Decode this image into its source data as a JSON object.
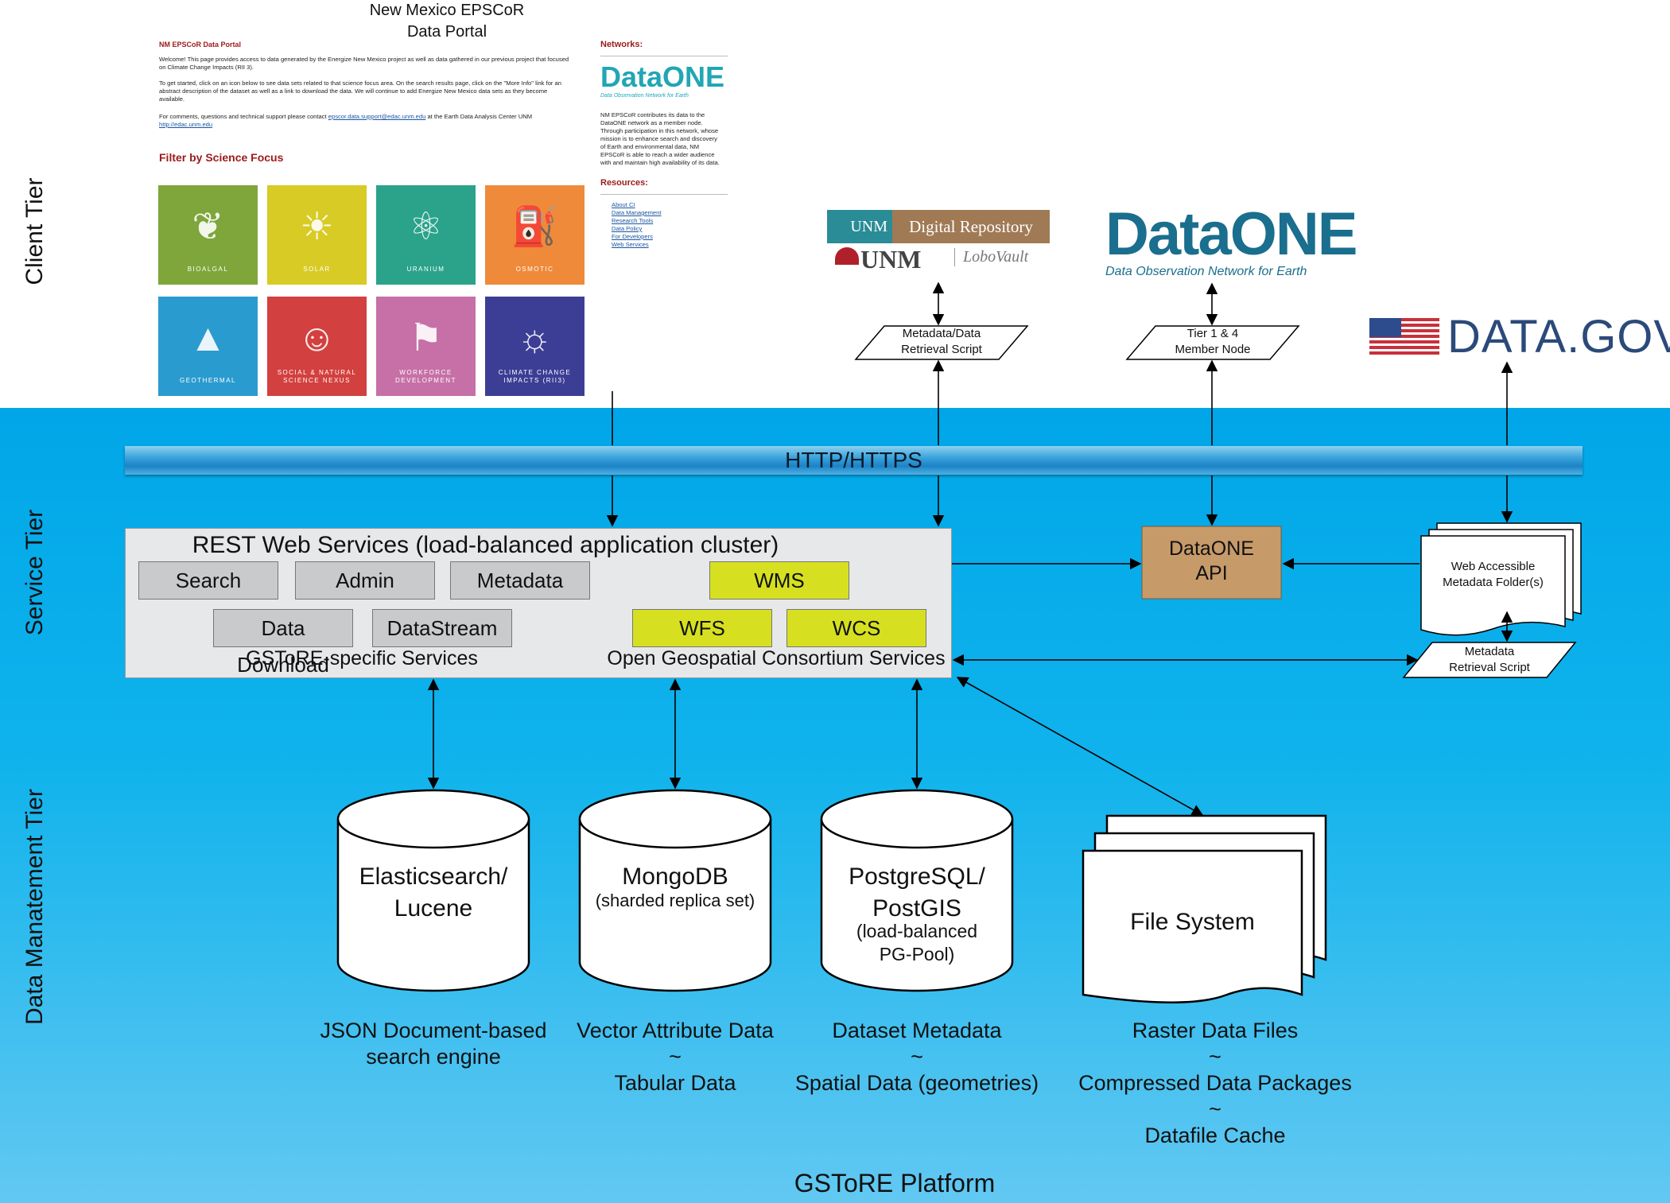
{
  "tiers": {
    "client": "Client Tier",
    "service": "Service Tier",
    "data": "Data Manatement Tier"
  },
  "portal": {
    "title_line1": "New Mexico EPSCoR",
    "title_line2": "Data Portal",
    "heading": "NM EPSCoR Data Portal",
    "para1": "Welcome! This page provides access to data generated by the Energize New Mexico project as well as data gathered in our previous project that focused on Climate Change Impacts (RII 3).",
    "para2": "To get started, click on an icon below to see data sets related to that science focus area. On the search results page, click on the \"More Info\" link for an abstract description of the dataset as well as a link to download the data. We will continue to add Energize New Mexico data sets as they become available.",
    "para3_pre": "For comments, questions and technical support please contact",
    "para3_email": "epscor.data.support@edac.unm.edu",
    "para3_mid": "at the Earth Data Analysis Center UNM",
    "para3_url": "http://edac.unm.edu",
    "filter_heading": "Filter by Science Focus",
    "tiles": [
      {
        "label": "BIOALGAL",
        "color": "#7ea63b",
        "icon": "leaf-icon",
        "glyph": "❦"
      },
      {
        "label": "SOLAR",
        "color": "#d8cb25",
        "icon": "solar-panel-icon",
        "glyph": "☀"
      },
      {
        "label": "URANIUM",
        "color": "#2aa38a",
        "icon": "atom-icon",
        "glyph": "⚛"
      },
      {
        "label": "OSMOTIC",
        "color": "#ef8a3a",
        "icon": "pump-icon",
        "glyph": "⛽"
      },
      {
        "label": "GEOTHERMAL",
        "color": "#2a9bcf",
        "icon": "volcano-icon",
        "glyph": "▲"
      },
      {
        "label": "SOCIAL & NATURAL SCIENCE NEXUS",
        "color": "#d2403f",
        "icon": "people-icon",
        "glyph": "☺"
      },
      {
        "label": "WORKFORCE DEVELOPMENT",
        "color": "#c670a7",
        "icon": "presentation-icon",
        "glyph": "⚑"
      },
      {
        "label": "CLIMATE CHANGE IMPACTS (RII3)",
        "color": "#3c3e95",
        "icon": "mountain-sun-icon",
        "glyph": "☼"
      }
    ],
    "sidebar": {
      "networks_heading": "Networks:",
      "dataone_logo": "DataONE",
      "dataone_tagline": "Data Observation Network for Earth",
      "blurb": "NM EPSCoR contributes its data to the DataONE network as a member node. Through participation in this network, whose mission is to enhance search and discovery of Earth and environmental data, NM EPSCoR is able to reach a wider audience with and maintain high availability of its data.",
      "resources_heading": "Resources:",
      "links": [
        "About CI",
        "Data Management",
        "Research Tools",
        "Data Policy",
        "For Developers",
        "Web Services"
      ]
    }
  },
  "logos": {
    "unm_dr_left": "UNM",
    "unm_dr_right": "Digital Repository",
    "lobovault_left": "UNM",
    "lobovault_right": "LoboVault",
    "dataone_big": "DataONE",
    "dataone_big_tagline": "Data Observation Network for Earth",
    "datagov": "DATA.GOV"
  },
  "parallelograms": {
    "metadata_data_retrieval": [
      "Metadata/Data",
      "Retrieval Script"
    ],
    "tier_member_node": [
      "Tier 1 & 4",
      "Member Node"
    ],
    "metadata_retrieval": [
      "Metadata",
      "Retrieval Script"
    ]
  },
  "http_bar": "HTTP/HTTPS",
  "rest": {
    "title": "REST Web Services (load-balanced application cluster)",
    "search": "Search",
    "admin": "Admin",
    "metadata": "Metadata",
    "wms": "WMS",
    "data_download": "Data Download",
    "datastream": "DataStream",
    "wfs": "WFS",
    "wcs": "WCS",
    "gstore_label": "GSToRE-specific Services",
    "ogc_label": "Open Geospatial Consortium Services"
  },
  "dataone_api": [
    "DataONE",
    "API"
  ],
  "metadata_folder": [
    "Web Accessible",
    "Metadata Folder(s)"
  ],
  "stores": [
    {
      "name": [
        "Elasticsearch/",
        "Lucene"
      ],
      "sub": [],
      "desc": [
        "JSON Document-based",
        "search engine"
      ]
    },
    {
      "name": [
        "MongoDB"
      ],
      "sub": [
        "(sharded replica set)"
      ],
      "desc": [
        "Vector Attribute Data",
        "~",
        "Tabular Data"
      ]
    },
    {
      "name": [
        "PostgreSQL/",
        "PostGIS"
      ],
      "sub": [
        "(load-balanced",
        "PG-Pool)"
      ],
      "desc": [
        "Dataset Metadata",
        "~",
        "Spatial Data (geometries)"
      ]
    }
  ],
  "filesystem": {
    "name": "File System",
    "desc": [
      "Raster Data Files",
      "~",
      "Compressed Data Packages",
      "~",
      "Datafile Cache"
    ]
  },
  "platform": "GSToRE Platform",
  "colors": {
    "band_top": "#00a6e8",
    "band_bottom": "#62c8f2",
    "ogc_yellow": "#d6e020",
    "api_tan": "#c79a6a",
    "svc_gray": "#c9cacc",
    "dataone_blue": "#1a6e8e",
    "dataone_teal": "#21a6b5",
    "datagov_blue": "#2b4a7a",
    "portal_red": "#9c1a1a"
  }
}
